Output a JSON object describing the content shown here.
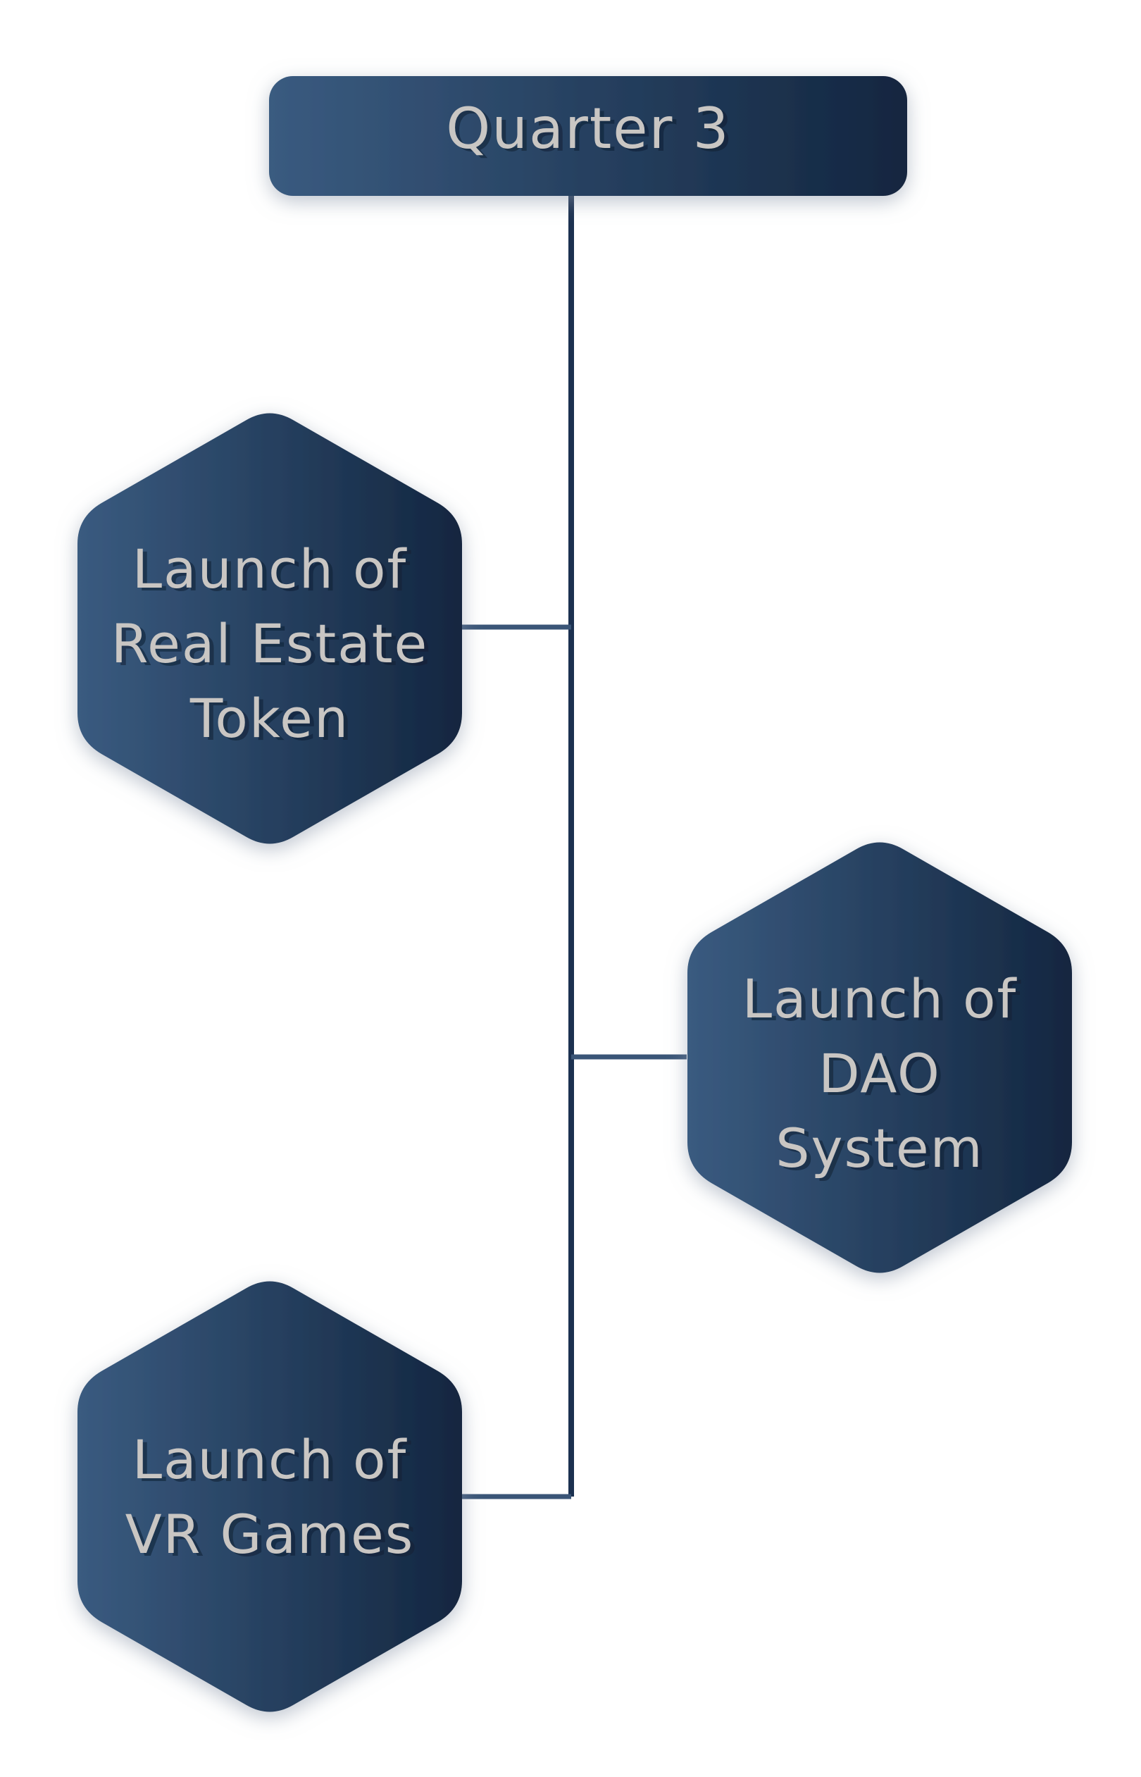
{
  "header": {
    "title": "Quarter 3"
  },
  "milestones": [
    {
      "lines": [
        "Launch of",
        "Real Estate",
        "Token"
      ]
    },
    {
      "lines": [
        "Launch of",
        "DAO",
        "System"
      ]
    },
    {
      "lines": [
        "Launch of",
        "VR Games"
      ]
    }
  ],
  "colors": {
    "node_gradient_start": "#3a5b80",
    "node_gradient_end": "#132640",
    "connector": "#1c3150",
    "text": "#c9c6c3"
  }
}
